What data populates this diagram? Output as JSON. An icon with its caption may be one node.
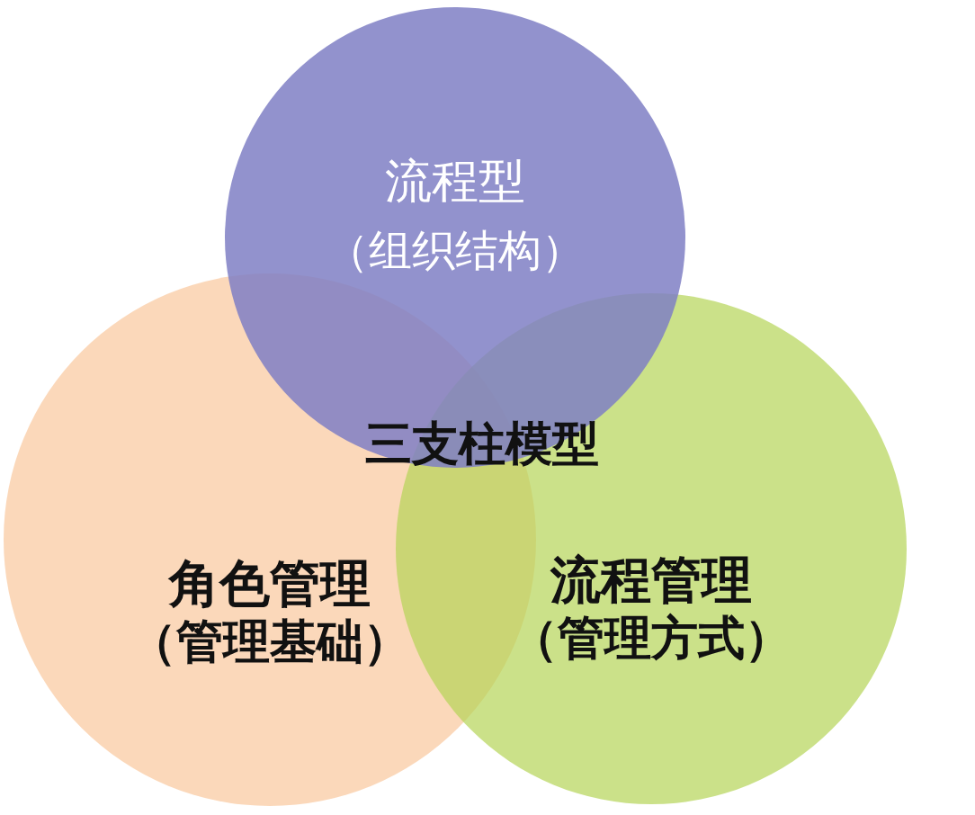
{
  "diagram": {
    "nodes": [
      {
        "text": [
          "流程型",
          "（组织结构）"
        ]
      },
      {
        "text": [
          "角色管理",
          "（管理基础）"
        ]
      },
      {
        "text": [
          "流程管理",
          "（管理方式）"
        ]
      }
    ],
    "labels": [
      "三支柱模型"
    ]
  }
}
